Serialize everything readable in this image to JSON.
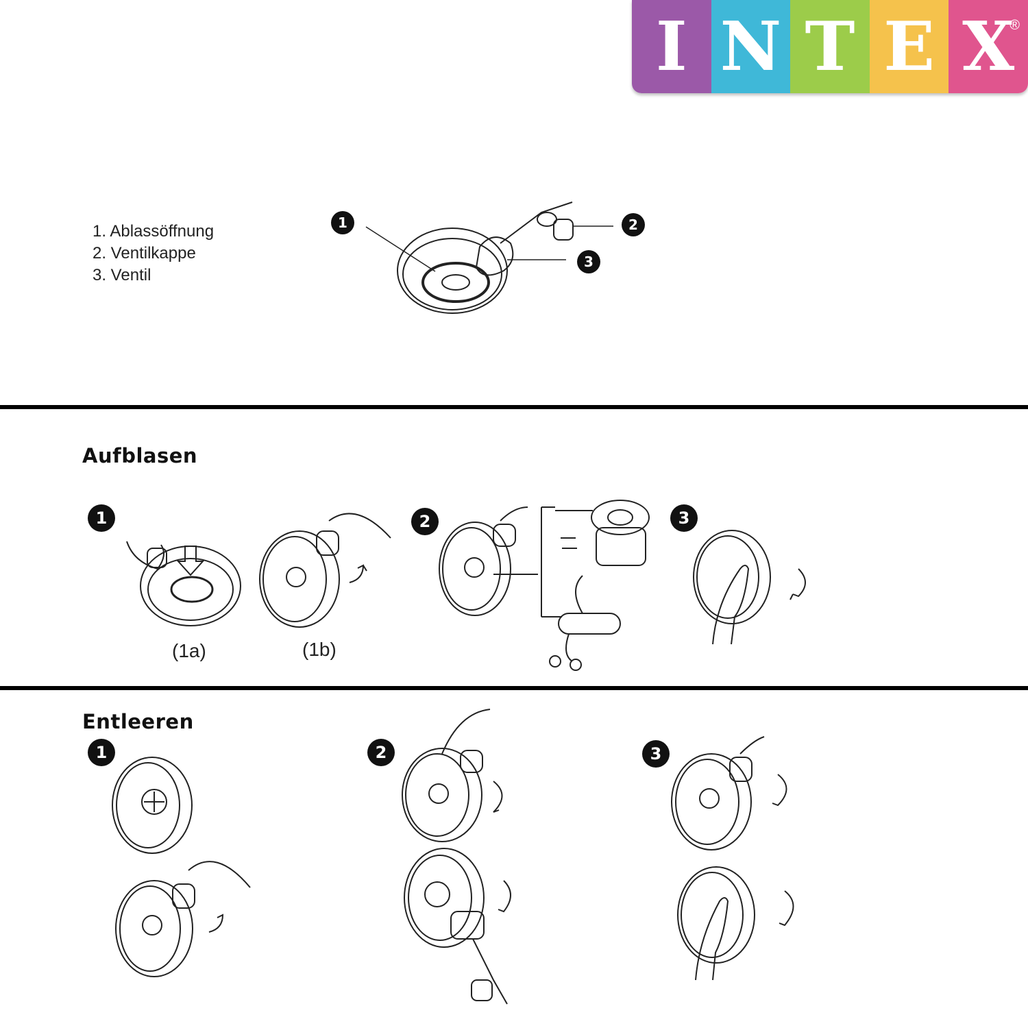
{
  "logo": {
    "letters": [
      "I",
      "N",
      "T",
      "E",
      "X"
    ],
    "colors": [
      "#9b59a8",
      "#3fb8d8",
      "#9ccc4a",
      "#f5c24c",
      "#e0558e"
    ],
    "registered": "®"
  },
  "legend": {
    "items": [
      "1. Ablassöffnung",
      "2. Ventilkappe",
      "3. Ventil"
    ]
  },
  "diagram": {
    "callouts": [
      "1",
      "2",
      "3"
    ]
  },
  "inflate": {
    "heading": "Aufblasen",
    "steps": [
      "1",
      "2",
      "3"
    ],
    "captions": [
      "(1a)",
      "(1b)"
    ]
  },
  "deflate": {
    "heading": "Entleeren",
    "steps": [
      "1",
      "2",
      "3"
    ]
  }
}
